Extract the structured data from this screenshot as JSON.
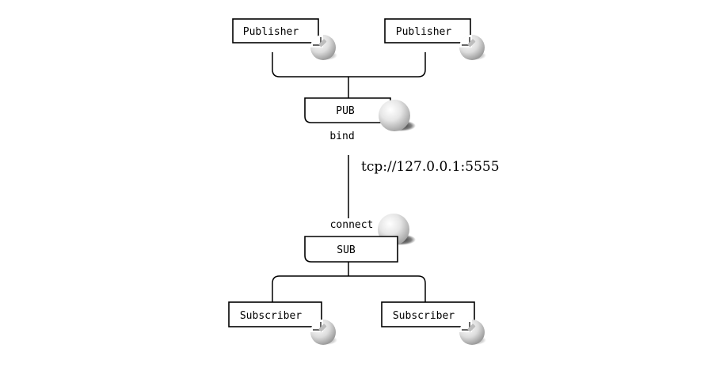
{
  "nodes": {
    "publisher_left": "Publisher",
    "publisher_right": "Publisher",
    "pub_socket": "PUB",
    "sub_socket": "SUB",
    "subscriber_left": "Subscriber",
    "subscriber_right": "Subscriber"
  },
  "labels": {
    "bind": "bind",
    "connect": "connect",
    "endpoint": "tcp://127.0.0.1:5555"
  },
  "icons": {
    "plug": "plug-icon",
    "socket_ball": "socket-ball-icon"
  }
}
